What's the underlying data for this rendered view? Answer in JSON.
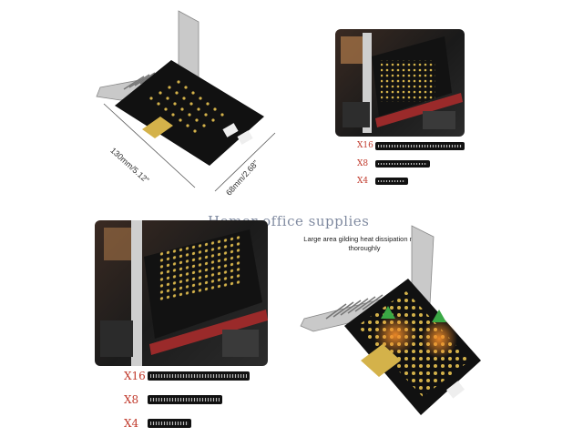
{
  "watermark": "Homer office supplies",
  "dimensions": {
    "length": "130mm/5.12\"",
    "height": "68mm/2.68\""
  },
  "slots_top": [
    {
      "label": "X16",
      "length": 1.0
    },
    {
      "label": "X8",
      "length": 0.64
    },
    {
      "label": "X4",
      "length": 0.38
    }
  ],
  "slots_bottom": [
    {
      "label": "X16",
      "length": 1.0
    },
    {
      "label": "X8",
      "length": 0.73
    },
    {
      "label": "X4",
      "length": 0.43
    }
  ],
  "caption": "Large area gilding heat dissipation more thoroughly",
  "colors": {
    "slot_label": "#c0392b",
    "pcb": "#111111",
    "gold": "#d4b24a",
    "arrow": "#3aa845",
    "heat": "#f28c28"
  }
}
